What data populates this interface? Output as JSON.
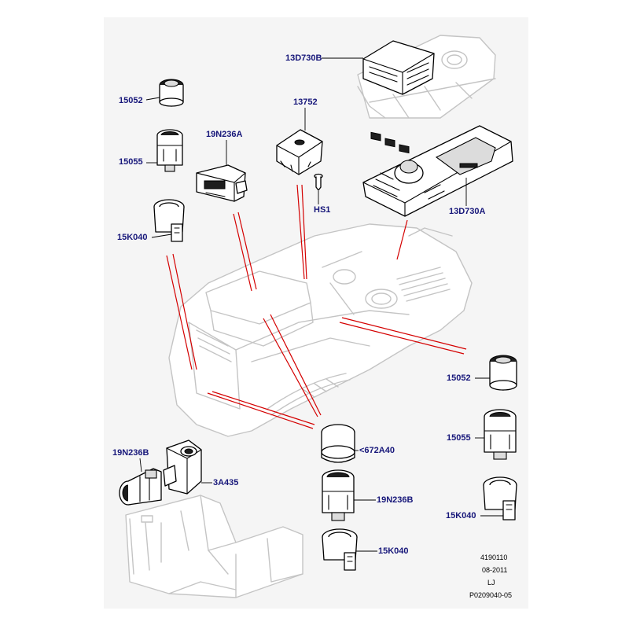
{
  "labels": {
    "l_13D730B": "13D730B",
    "l_15052_top": "15052",
    "l_13752": "13752",
    "l_19N236A": "19N236A",
    "l_15055_top": "15055",
    "l_HS1": "HS1",
    "l_13D730A": "13D730A",
    "l_15K040_top": "15K040",
    "l_15052_right": "15052",
    "l_15055_right": "15055",
    "l_15K040_right": "15K040",
    "l_672A40": "<672A40",
    "l_19N236B_left": "19N236B",
    "l_3A435": "3A435",
    "l_19N236B_center": "19N236B",
    "l_15K040_bottom": "15K040"
  },
  "reference": {
    "number": "4190110",
    "date": "08-2011",
    "initials": "LJ",
    "code": "P0209040-05"
  },
  "colors": {
    "label": "#17177a",
    "leader_red": "#d40000",
    "panel": "#f5f5f5",
    "background_drawing": "#c4c4c4"
  }
}
